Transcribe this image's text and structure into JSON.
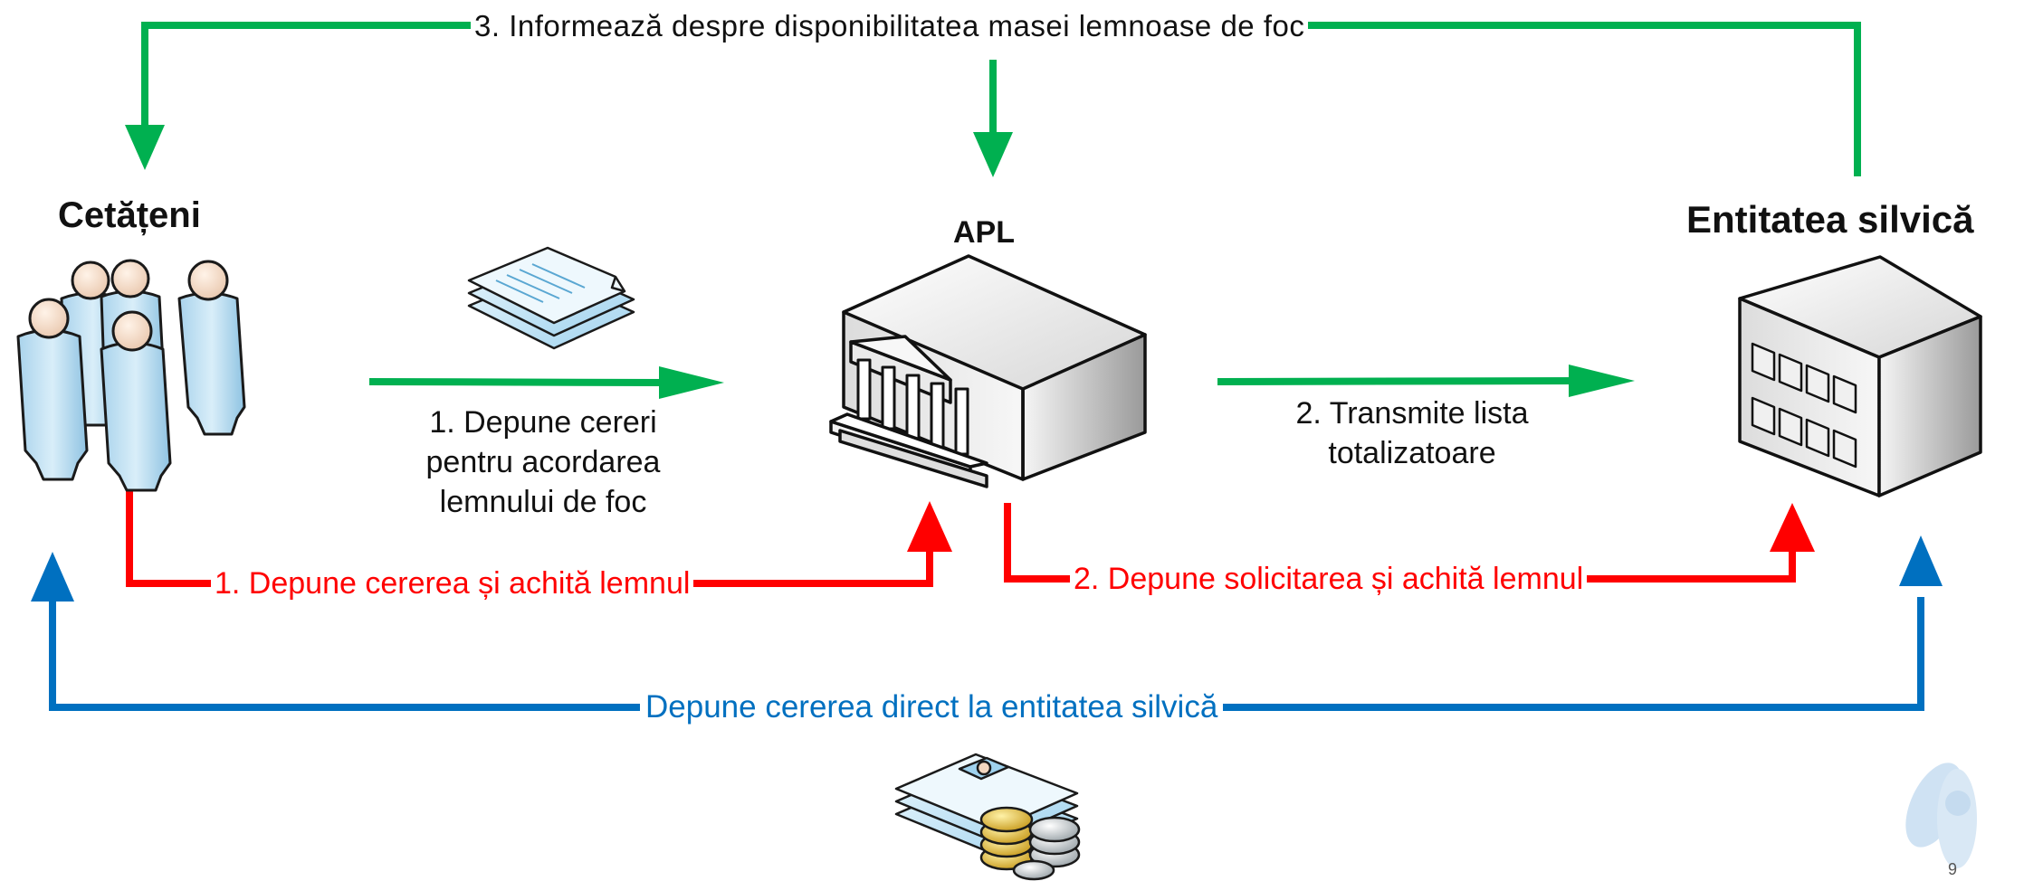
{
  "nodes": {
    "citizens": "Cetățeni",
    "apl": "APL",
    "forest_entity": "Entitatea silvică"
  },
  "flows": {
    "top_green": "3. Informează despre disponibilitatea masei lemnoase de foc",
    "citizens_to_apl": [
      "1. Depune cereri",
      "pentru acordarea",
      "lemnului de foc"
    ],
    "apl_to_entity": [
      "2. Transmite lista",
      "totalizatoare"
    ],
    "red_citizens_apl": "1. Depune cererea și achită lemnul",
    "red_apl_entity": "2. Depune solicitarea și achită lemnul",
    "blue_direct": "Depune cererea direct la entitatea silvică"
  },
  "page_number": "9",
  "colors": {
    "green": "#00b050",
    "red": "#ff0000",
    "blue": "#0070c0",
    "figure_fill": "#bfe0f2",
    "building_fill": "#f2f2f2"
  },
  "icons": [
    "people-group-icon",
    "documents-stack-icon",
    "government-building-icon",
    "office-building-icon",
    "documents-coins-icon",
    "logo-icon"
  ]
}
